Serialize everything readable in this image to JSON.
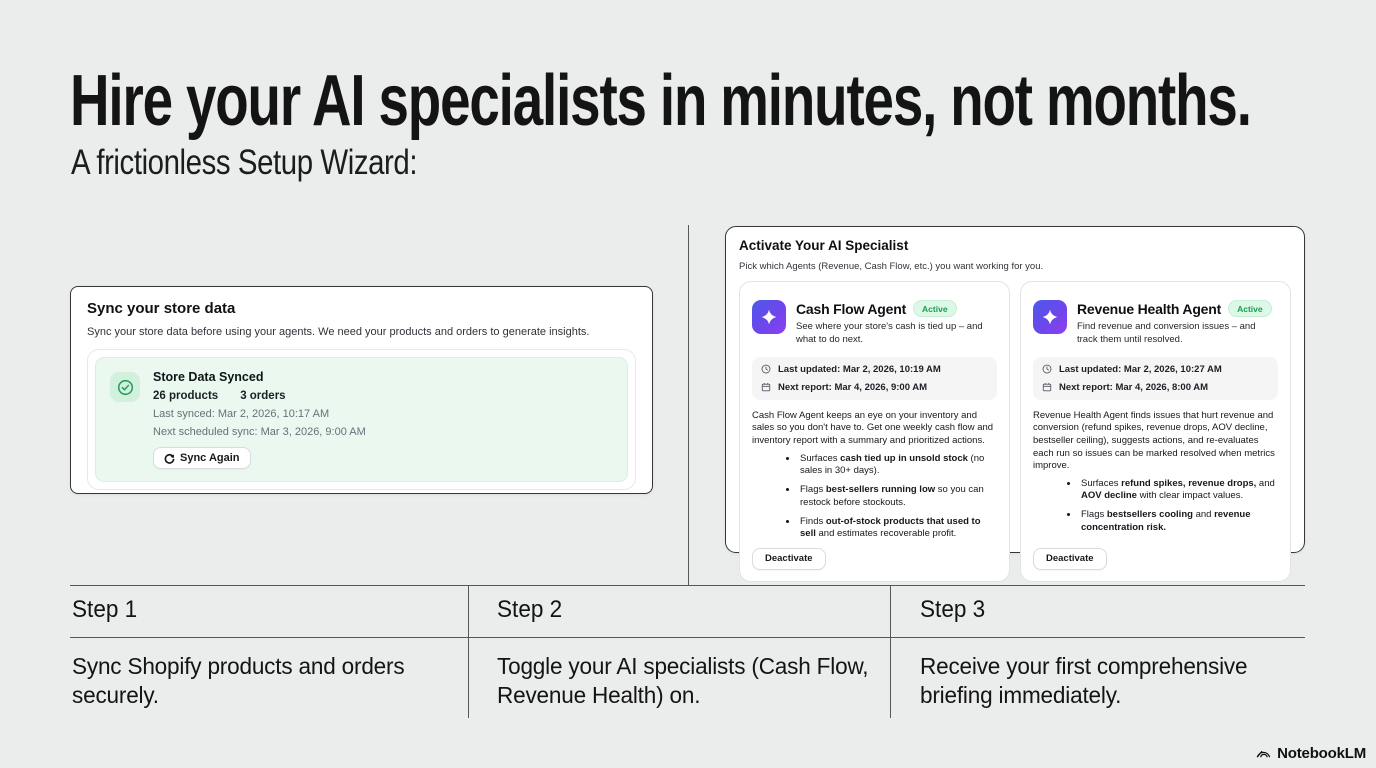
{
  "page": {
    "title": "Hire your AI specialists in minutes, not months.",
    "subtitle": "A frictionless Setup Wizard:"
  },
  "sync_card": {
    "title": "Sync your store data",
    "description": "Sync your store data before using your agents. We need your products and orders to generate insights.",
    "status": {
      "title": "Store Data Synced",
      "products": "26 products",
      "orders": "3 orders",
      "last_synced": "Last synced: Mar 2, 2026, 10:17 AM",
      "next_sync": "Next scheduled sync: Mar 3, 2026, 9:00 AM",
      "sync_button": "Sync Again"
    }
  },
  "activate_card": {
    "title": "Activate Your AI Specialist",
    "subtitle": "Pick which Agents (Revenue, Cash Flow, etc.) you want working for you.",
    "agents": [
      {
        "name": "Cash Flow Agent",
        "badge": "Active",
        "tagline": "See where your store's cash is tied up – and what to do next.",
        "last_updated": "Last updated: Mar 2, 2026, 10:19 AM",
        "next_report": "Next report: Mar 4, 2026, 9:00 AM",
        "description": "Cash Flow Agent keeps an eye on your inventory and sales so you don't have to. Get one weekly cash flow and inventory report with a summary and prioritized actions.",
        "bullets": [
          [
            {
              "t": "Surfaces ",
              "b": false
            },
            {
              "t": "cash tied up in unsold stock",
              "b": true
            },
            {
              "t": " (no sales in 30+ days).",
              "b": false
            }
          ],
          [
            {
              "t": "Flags ",
              "b": false
            },
            {
              "t": "best-sellers running low",
              "b": true
            },
            {
              "t": " so you can restock before stockouts.",
              "b": false
            }
          ],
          [
            {
              "t": "Finds ",
              "b": false
            },
            {
              "t": "out-of-stock products that used to sell",
              "b": true
            },
            {
              "t": " and estimates recoverable profit.",
              "b": false
            }
          ]
        ],
        "action": "Deactivate"
      },
      {
        "name": "Revenue Health Agent",
        "badge": "Active",
        "tagline": "Find revenue and conversion issues – and track them until resolved.",
        "last_updated": "Last updated: Mar 2, 2026, 10:27 AM",
        "next_report": "Next report: Mar 4, 2026, 8:00 AM",
        "description": "Revenue Health Agent finds issues that hurt revenue and conversion (refund spikes, revenue drops, AOV decline, bestseller ceiling), suggests actions, and re-evaluates each run so issues can be marked resolved when metrics improve.",
        "bullets": [
          [
            {
              "t": "Surfaces ",
              "b": false
            },
            {
              "t": "refund spikes, revenue drops,",
              "b": true
            },
            {
              "t": " and ",
              "b": false
            },
            {
              "t": "AOV decline",
              "b": true
            },
            {
              "t": " with clear impact values.",
              "b": false
            }
          ],
          [
            {
              "t": "Flags ",
              "b": false
            },
            {
              "t": "bestsellers cooling",
              "b": true
            },
            {
              "t": " and ",
              "b": false
            },
            {
              "t": "revenue concentration risk.",
              "b": true
            }
          ]
        ],
        "action": "Deactivate"
      }
    ]
  },
  "steps": [
    {
      "label": "Step 1",
      "description": "Sync Shopify products and orders securely."
    },
    {
      "label": "Step 2",
      "description": "Toggle your AI specialists (Cash Flow, Revenue Health) on."
    },
    {
      "label": "Step 3",
      "description": "Receive your first comprehensive briefing immediately."
    }
  ],
  "footer": {
    "brand": "NotebookLM"
  },
  "icons": {
    "check": "check-circle-icon",
    "sync": "sync-icon",
    "clock": "clock-icon",
    "calendar": "calendar-icon",
    "sparkle": "sparkle-icon",
    "brand": "notebooklm-icon"
  },
  "colors": {
    "background": "#ebedec",
    "card_border": "#343638",
    "success_bg": "#eaf8ef",
    "success_icon": "#259f5c",
    "badge_bg": "#dcf8e6",
    "badge_text": "#17a04d",
    "agent_gradient_start": "#4e59e8",
    "agent_gradient_end": "#8e3ff0",
    "muted_text": "#687078"
  }
}
